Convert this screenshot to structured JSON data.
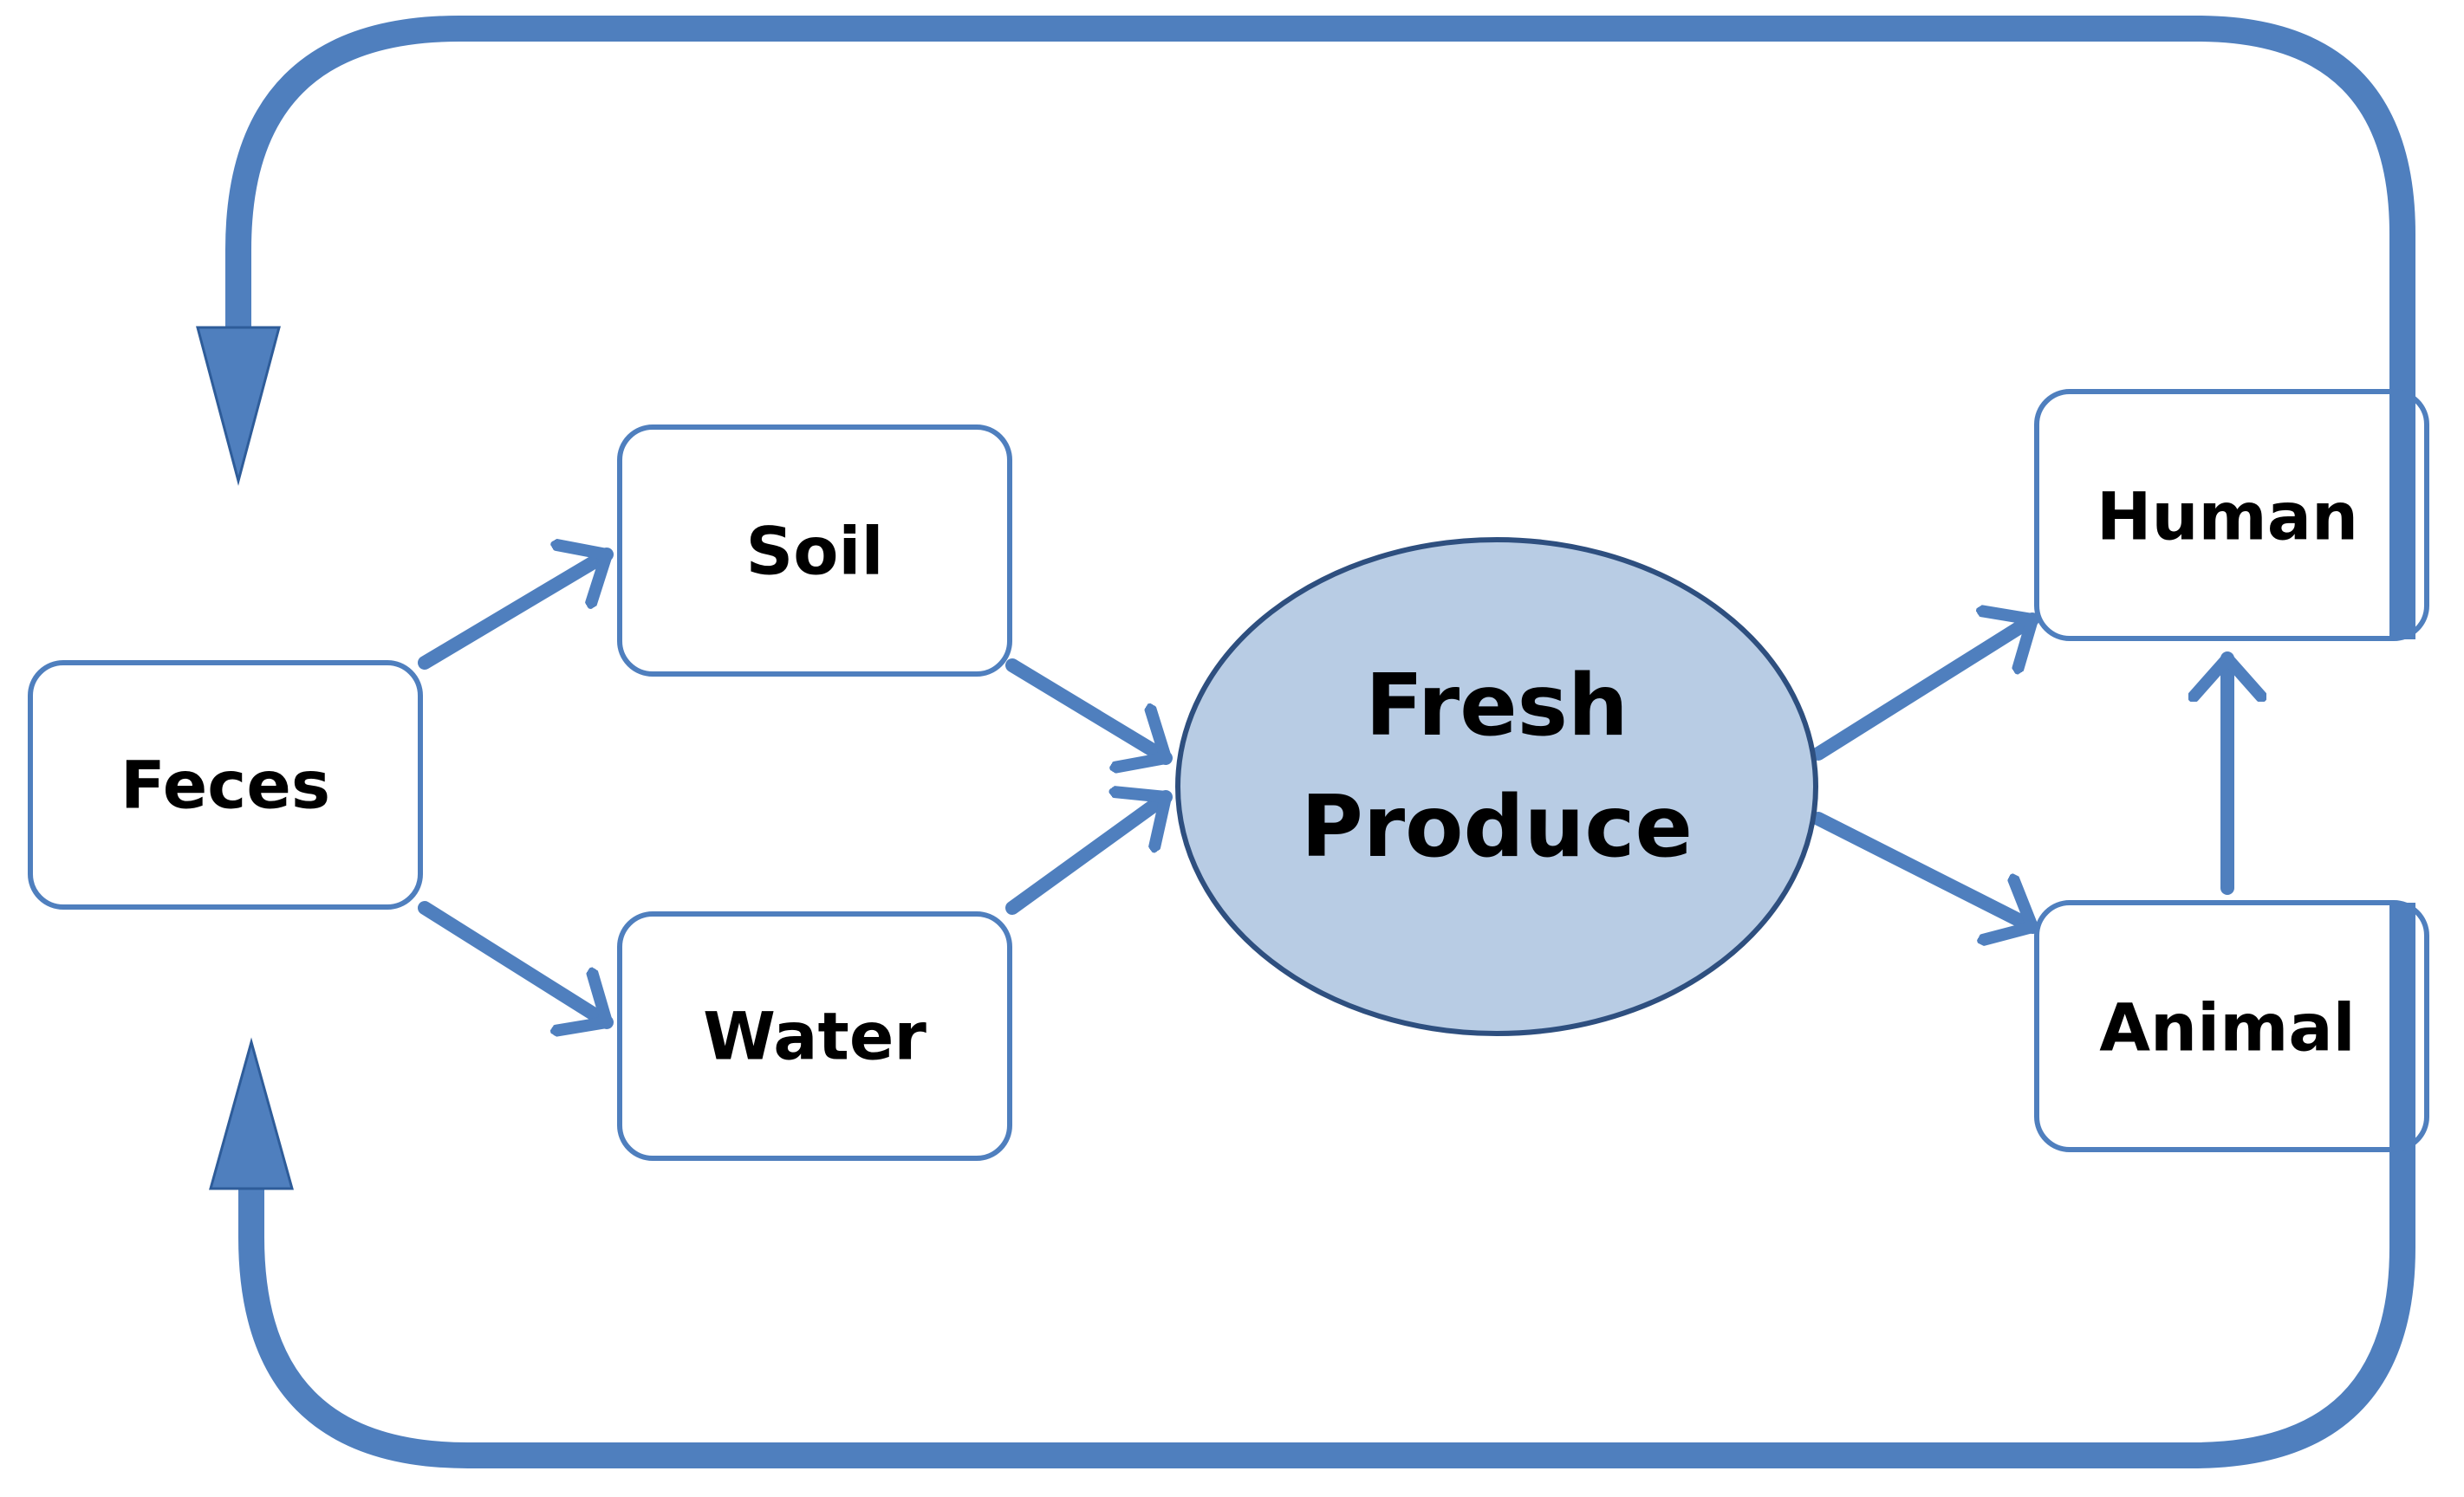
{
  "diagram": {
    "colors": {
      "arrow": "#4F7FBE",
      "box_border": "#4F7FBE",
      "box_fill": "#FFFFFF",
      "ellipse_fill": "#B8CCE4",
      "ellipse_border": "#2E4F7F",
      "text": "#000000"
    },
    "nodes": {
      "feces": "Feces",
      "soil": "Soil",
      "water": "Water",
      "fresh_produce_line1": "Fresh",
      "fresh_produce_line2": "Produce",
      "human": "Human",
      "animal": "Animal"
    },
    "edges": [
      {
        "from": "Feces",
        "to": "Soil"
      },
      {
        "from": "Feces",
        "to": "Water"
      },
      {
        "from": "Soil",
        "to": "Fresh Produce"
      },
      {
        "from": "Water",
        "to": "Fresh Produce"
      },
      {
        "from": "Fresh Produce",
        "to": "Human"
      },
      {
        "from": "Fresh Produce",
        "to": "Animal"
      },
      {
        "from": "Animal",
        "to": "Human"
      },
      {
        "from": "Human",
        "to": "Feces"
      },
      {
        "from": "Animal",
        "to": "Feces"
      }
    ]
  }
}
